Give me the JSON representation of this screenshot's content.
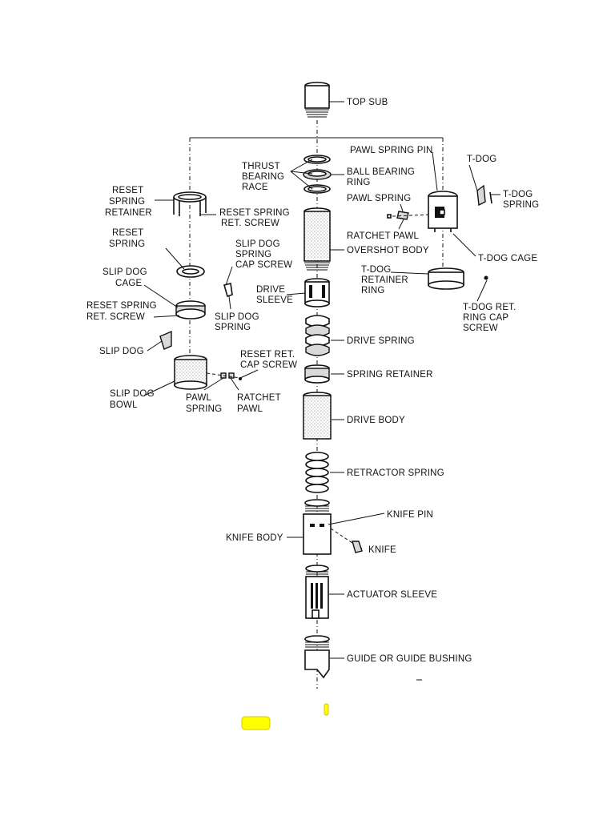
{
  "diagram": {
    "labels": {
      "top_sub": "TOP SUB",
      "pawl_spring_pin": "PAWL SPRING PIN",
      "t_dog": "T-DOG",
      "t_dog_spring_1": "T-DOG",
      "t_dog_spring_2": "SPRING",
      "thrust_bearing_race_1": "THRUST",
      "thrust_bearing_race_2": "BEARING",
      "thrust_bearing_race_3": "RACE",
      "ball_bearing_ring_1": "BALL BEARING",
      "ball_bearing_ring_2": "RING",
      "reset_spring_retainer_1": "RESET",
      "reset_spring_retainer_2": "SPRING",
      "reset_spring_retainer_3": "RETAINER",
      "pawl_spring_right": "PAWL SPRING",
      "reset_spring_ret_screw_top_1": "RESET SPRING",
      "reset_spring_ret_screw_top_2": "RET. SCREW",
      "reset_spring_1": "RESET",
      "reset_spring_2": "SPRING",
      "ratchet_pawl_right": "RATCHET PAWL",
      "slip_dog_spring_cap_screw_1": "SLIP DOG",
      "slip_dog_spring_cap_screw_2": "SPRING",
      "slip_dog_spring_cap_screw_3": "CAP SCREW",
      "overshot_body": "OVERSHOT BODY",
      "t_dog_cage": "T-DOG CAGE",
      "slip_dog_cage_1": "SLIP DOG",
      "slip_dog_cage_2": "CAGE",
      "t_dog_retainer_ring_1": "T-DOG",
      "t_dog_retainer_ring_2": "RETAINER",
      "t_dog_retainer_ring_3": "RING",
      "drive_sleeve_1": "DRIVE",
      "drive_sleeve_2": "SLEEVE",
      "reset_spring_ret_screw_1": "RESET SPRING",
      "reset_spring_ret_screw_2": "RET. SCREW",
      "slip_dog_spring_1": "SLIP DOG",
      "slip_dog_spring_2": "SPRING",
      "t_dog_ret_ring_cap_screw_1": "T-DOG RET.",
      "t_dog_ret_ring_cap_screw_2": "RING CAP",
      "t_dog_ret_ring_cap_screw_3": "SCREW",
      "drive_spring": "DRIVE SPRING",
      "slip_dog": "SLIP DOG",
      "reset_ret_cap_screw_1": "RESET RET.",
      "reset_ret_cap_screw_2": "CAP SCREW",
      "spring_retainer": "SPRING RETAINER",
      "slip_dog_bowl_1": "SLIP DOG",
      "slip_dog_bowl_2": "BOWL",
      "pawl_spring_left_1": "PAWL",
      "pawl_spring_left_2": "SPRING",
      "ratchet_pawl_left_1": "RATCHET",
      "ratchet_pawl_left_2": "PAWL",
      "drive_body": "DRIVE BODY",
      "retractor_spring": "RETRACTOR SPRING",
      "knife_pin": "KNIFE PIN",
      "knife_body": "KNIFE BODY",
      "knife": "KNIFE",
      "actuator_sleeve": "ACTUATOR SLEEVE",
      "guide_bushing": "GUIDE OR GUIDE BUSHING"
    },
    "colors": {
      "ink": "#111111",
      "paper": "#ffffff",
      "highlight": "#ffff00"
    }
  }
}
